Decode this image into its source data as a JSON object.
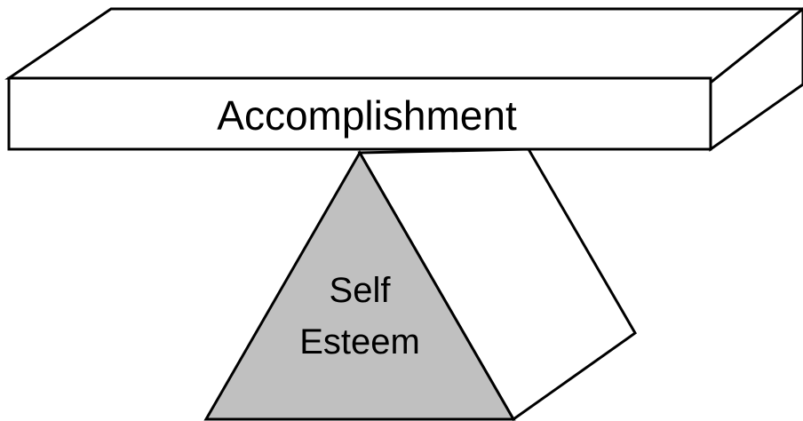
{
  "diagram": {
    "beam_label": "Accomplishment",
    "fulcrum_label_line1": "Self",
    "fulcrum_label_line2": "Esteem"
  },
  "colors": {
    "stroke": "#000000",
    "beam_fill": "#ffffff",
    "fulcrum_fill": "#c0c0c0",
    "background": "#ffffff"
  }
}
